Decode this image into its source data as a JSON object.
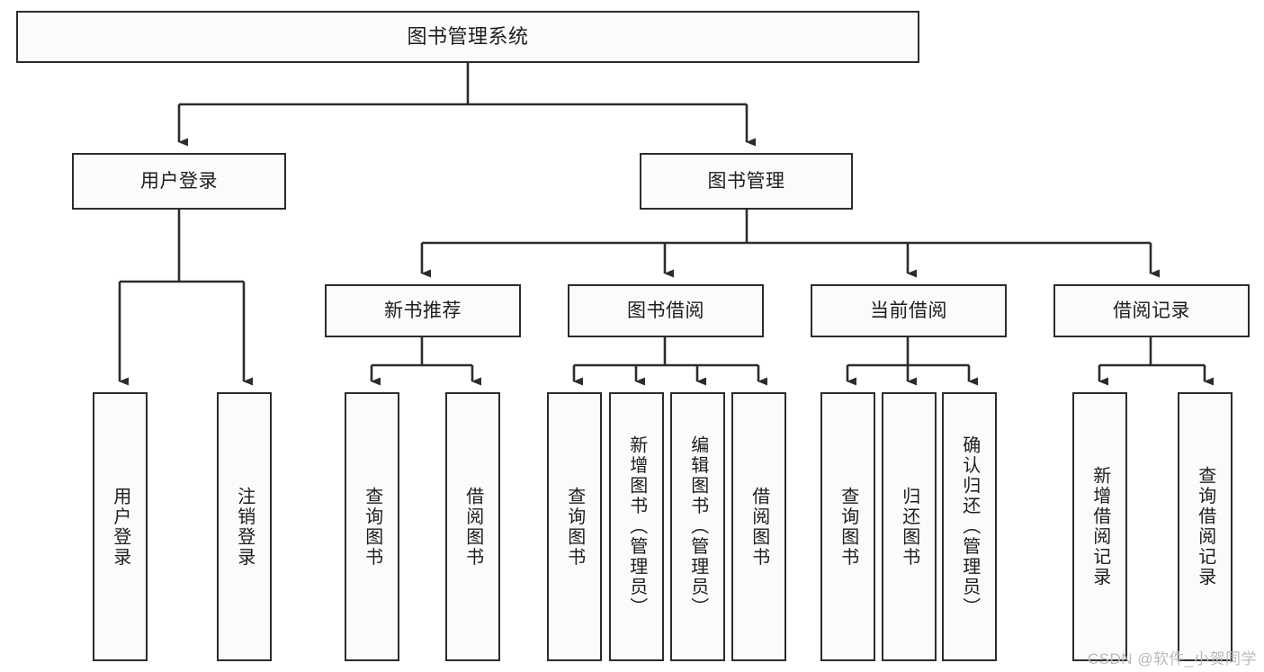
{
  "diagram": {
    "type": "tree-hierarchy",
    "title": "图书管理系统",
    "watermark": "CSDN @软件_小贺同学",
    "colors": {
      "box_border": "#2c2c2c",
      "box_fill": "#fbfbfb",
      "connector": "#2c2c2c",
      "text": "#1d1d1d",
      "watermark": "#b9b9b9",
      "canvas": "#ffffff"
    },
    "nodes": {
      "root": {
        "label": "图书管理系统",
        "level": 1,
        "orientation": "horizontal"
      },
      "l2": [
        {
          "id": "user-login",
          "label": "用户登录",
          "level": 2,
          "orientation": "horizontal"
        },
        {
          "id": "book-management",
          "label": "图书管理",
          "level": 2,
          "orientation": "horizontal"
        }
      ],
      "l3": [
        {
          "id": "new-book-recommend",
          "label": "新书推荐",
          "level": 3,
          "orientation": "horizontal",
          "parent": "book-management"
        },
        {
          "id": "book-borrow",
          "label": "图书借阅",
          "level": 3,
          "orientation": "horizontal",
          "parent": "book-management"
        },
        {
          "id": "current-borrow",
          "label": "当前借阅",
          "level": 3,
          "orientation": "horizontal",
          "parent": "book-management"
        },
        {
          "id": "borrow-record",
          "label": "借阅记录",
          "level": 3,
          "orientation": "horizontal",
          "parent": "book-management"
        }
      ],
      "leaves": [
        {
          "id": "leaf-user-login",
          "label": "用户登录",
          "parent": "user-login",
          "orientation": "vertical"
        },
        {
          "id": "leaf-logout",
          "label": "注销登录",
          "parent": "user-login",
          "orientation": "vertical"
        },
        {
          "id": "leaf-query-book-1",
          "label": "查询图书",
          "parent": "new-book-recommend",
          "orientation": "vertical"
        },
        {
          "id": "leaf-borrow-book-1",
          "label": "借阅图书",
          "parent": "new-book-recommend",
          "orientation": "vertical"
        },
        {
          "id": "leaf-query-book-2",
          "label": "查询图书",
          "parent": "book-borrow",
          "orientation": "vertical"
        },
        {
          "id": "leaf-add-book",
          "label": "新增图书（管理员）",
          "parent": "book-borrow",
          "orientation": "vertical"
        },
        {
          "id": "leaf-edit-book",
          "label": "编辑图书（管理员）",
          "parent": "book-borrow",
          "orientation": "vertical"
        },
        {
          "id": "leaf-borrow-book-2",
          "label": "借阅图书",
          "parent": "book-borrow",
          "orientation": "vertical"
        },
        {
          "id": "leaf-query-book-3",
          "label": "查询图书",
          "parent": "current-borrow",
          "orientation": "vertical"
        },
        {
          "id": "leaf-return-book",
          "label": "归还图书",
          "parent": "current-borrow",
          "orientation": "vertical"
        },
        {
          "id": "leaf-confirm-return",
          "label": "确认归还（管理员）",
          "parent": "current-borrow",
          "orientation": "vertical"
        },
        {
          "id": "leaf-add-record",
          "label": "新增借阅记录",
          "parent": "borrow-record",
          "orientation": "vertical"
        },
        {
          "id": "leaf-query-record",
          "label": "查询借阅记录",
          "parent": "borrow-record",
          "orientation": "vertical"
        }
      ]
    }
  }
}
